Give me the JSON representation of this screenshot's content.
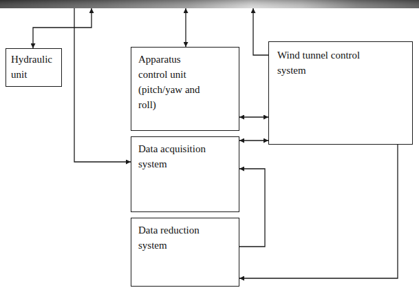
{
  "diagram": {
    "nodes": [
      {
        "text": [
          "Hydraulic unit"
        ]
      },
      {
        "text": [
          "Apparatus control unit (pitch/yaw and roll)"
        ]
      },
      {
        "text": [
          "Wind tunnel control system"
        ]
      },
      {
        "text": [
          "Data acquisition system"
        ]
      },
      {
        "text": [
          "Data reduction system"
        ]
      }
    ],
    "edges": [
      {
        "from": 1,
        "to": 2,
        "arrow": "both"
      },
      {
        "from": 2,
        "to": 3,
        "arrow": "both"
      },
      {
        "from": 4,
        "to": 3,
        "arrow": "to"
      },
      {
        "from": 2,
        "to": 4,
        "arrow": "to"
      }
    ]
  }
}
